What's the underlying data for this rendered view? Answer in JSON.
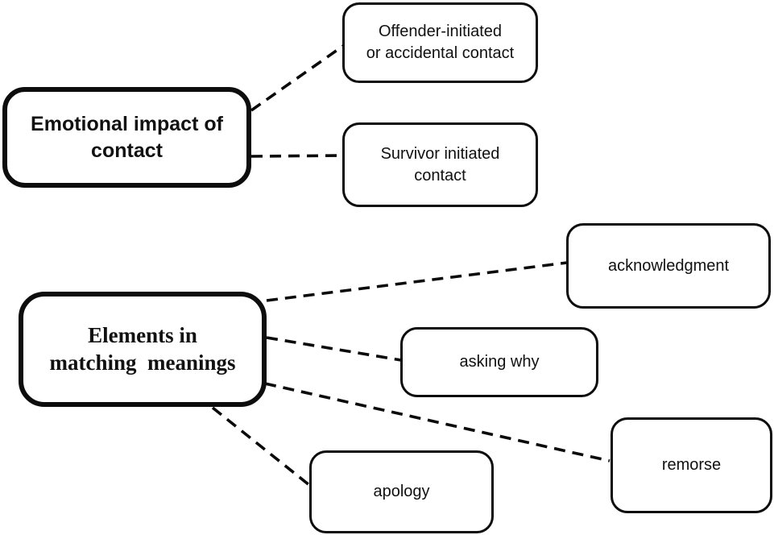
{
  "diagram": {
    "title": "Emotional impact of contact and elements in matching meanings",
    "colors": {
      "background": "#ffffff",
      "line": "#0a0a0a",
      "text": "#111111"
    },
    "nodes": {
      "emotional_impact": {
        "label": "Emotional impact of\ncontact"
      },
      "offender": {
        "label": "Offender-initiated\nor accidental contact"
      },
      "survivor": {
        "label": "Survivor initiated\ncontact"
      },
      "elements": {
        "label": "Elements in\nmatching  meanings"
      },
      "acknowledgment": {
        "label": "acknowledgment"
      },
      "asking_why": {
        "label": "asking why"
      },
      "apology": {
        "label": "apology"
      },
      "remorse": {
        "label": "remorse"
      }
    },
    "edges": [
      {
        "from": "emotional_impact",
        "to": "offender",
        "style": "dashed"
      },
      {
        "from": "emotional_impact",
        "to": "survivor",
        "style": "dashed"
      },
      {
        "from": "elements",
        "to": "acknowledgment",
        "style": "dashed"
      },
      {
        "from": "elements",
        "to": "asking_why",
        "style": "dashed"
      },
      {
        "from": "elements",
        "to": "remorse",
        "style": "dashed"
      },
      {
        "from": "elements",
        "to": "apology",
        "style": "dashed"
      }
    ]
  }
}
